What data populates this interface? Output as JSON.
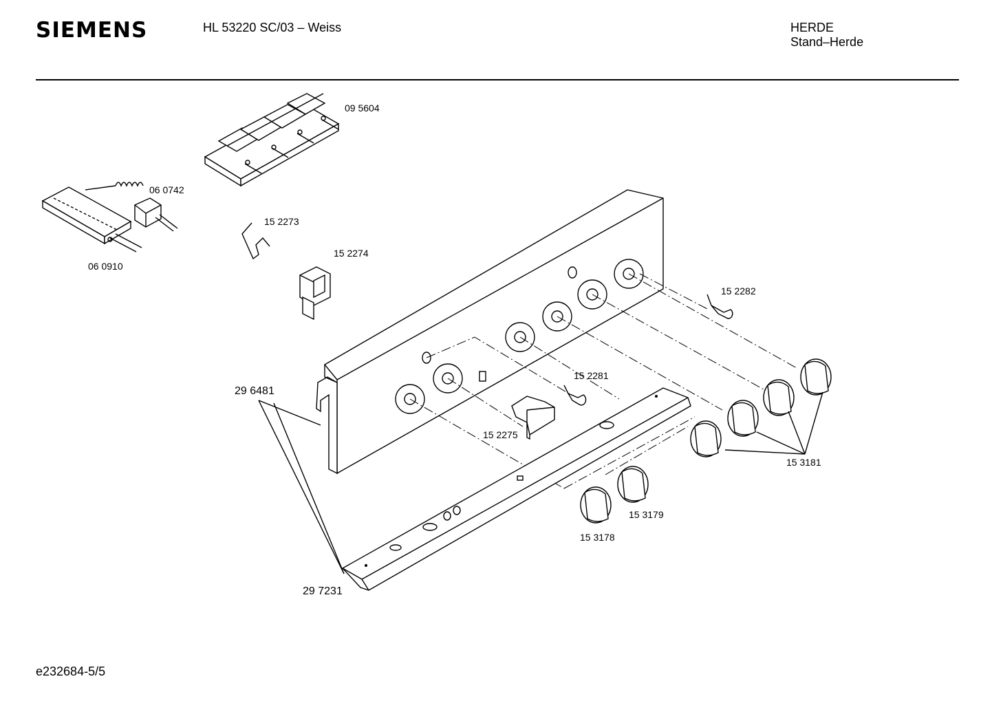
{
  "header": {
    "brand": "SIEMENS",
    "model": "HL 53220 SC/03 – Weiss",
    "category": "HERDE",
    "subcategory": "Stand–Herde"
  },
  "footer": {
    "doc_id": "e232684-5/5"
  },
  "parts": {
    "p095604": "09 5604",
    "p060742": "06 0742",
    "p060910": "06 0910",
    "p152273": "15 2273",
    "p152274": "15 2274",
    "p152282": "15 2282",
    "p152281": "15 2281",
    "p296481": "29 6481",
    "p152275": "15 2275",
    "p153181": "15 3181",
    "p153179": "15 3179",
    "p153178": "15 3178",
    "p297231": "29 7231"
  }
}
